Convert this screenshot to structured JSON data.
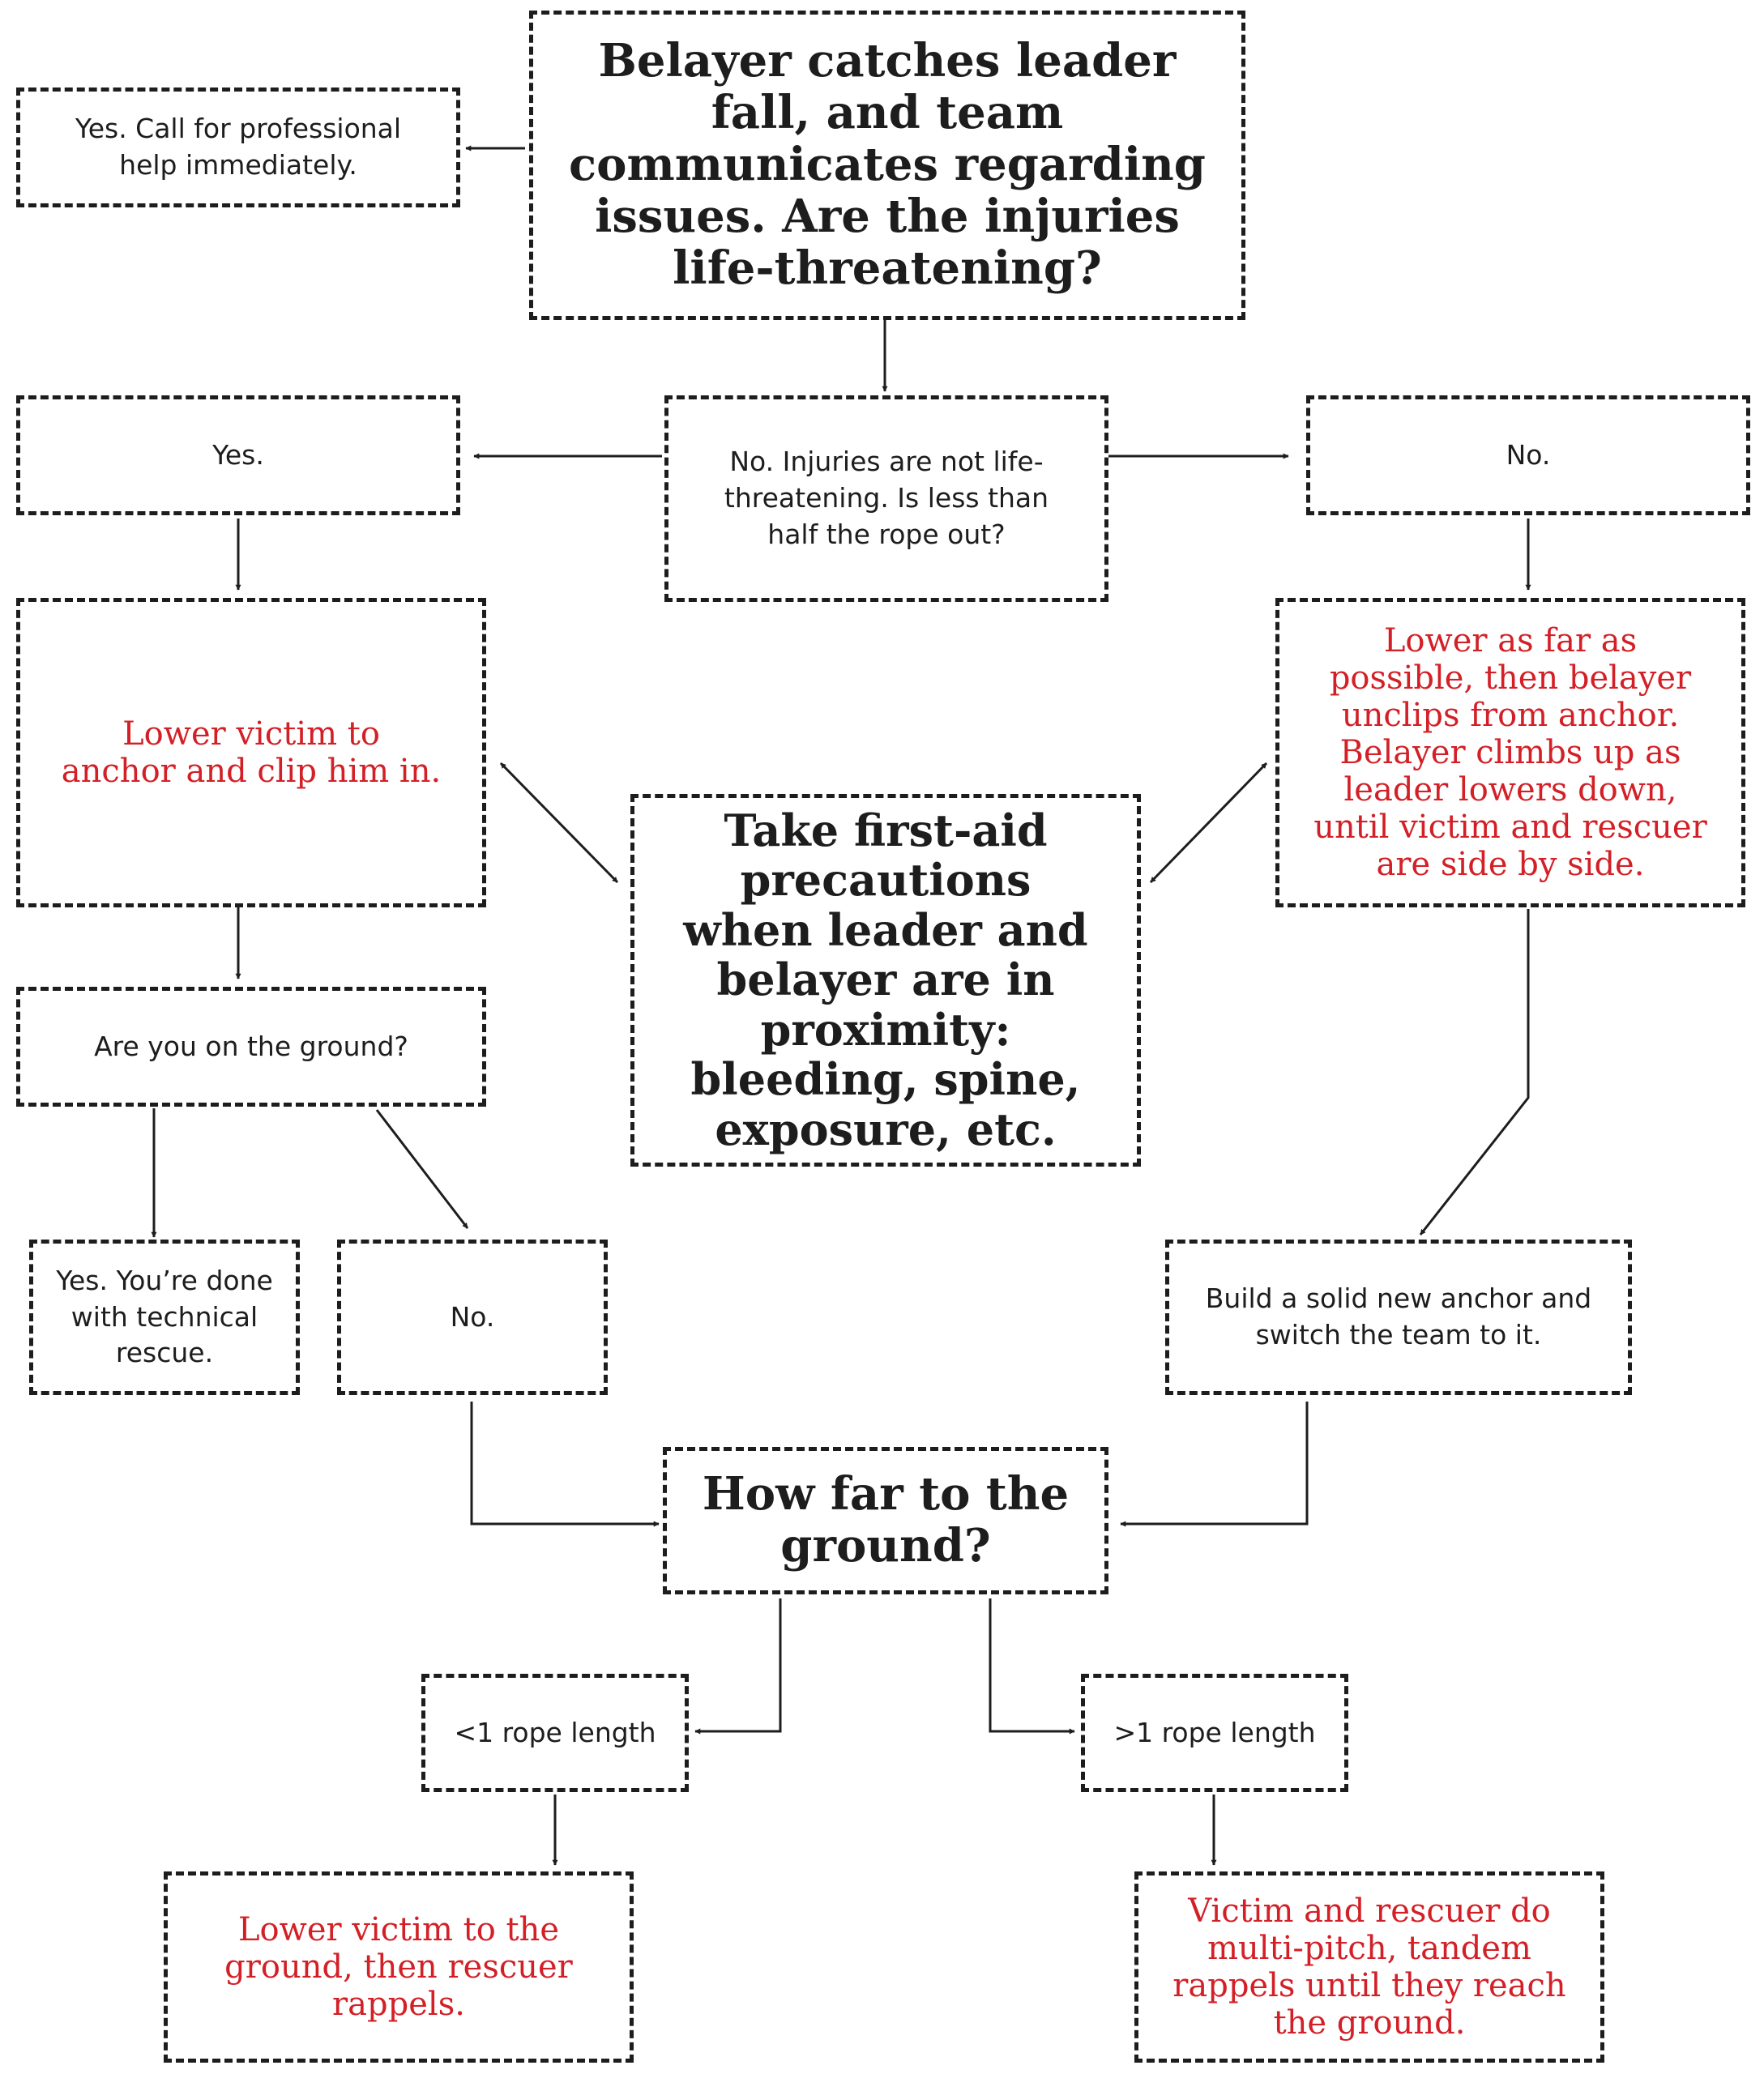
{
  "colors": {
    "ink": "#1d1d1d",
    "accent_red": "#d32027",
    "background": "#ffffff"
  },
  "nodes": {
    "start_question": "Belayer catches leader fall, and team communicates regarding issues. Are the injuries life-threatening?",
    "yes_call_help": "Yes. Call for professional help immediately.",
    "no_half_rope": "No. Injuries are not life-threatening. Is less than half the rope out?",
    "yes_half_rope": "Yes.",
    "no_half_rope_right": "No.",
    "lower_to_anchor": "Lower victim to anchor and clip him in.",
    "lower_far_possible": "Lower as far as possible, then belayer unclips from anchor. Belayer climbs up as leader lowers down, until victim and rescuer are side by side.",
    "first_aid": "Take first-aid precautions when leader and belayer are in proximity: bleeding, spine, exposure, etc.",
    "on_ground_question": "Are you on the ground?",
    "yes_done": "Yes. You’re done with technical rescue.",
    "no_ground": "No.",
    "build_anchor": "Build a solid new anchor and switch the team to it.",
    "how_far": "How far to the ground?",
    "less_rope": "<1 rope length",
    "more_rope": ">1 rope length",
    "lower_ground_rappel": "Lower victim to the ground, then rescuer rappels.",
    "tandem_rappels": "Victim and rescuer do multi-pitch, tandem rappels until they reach the ground."
  }
}
